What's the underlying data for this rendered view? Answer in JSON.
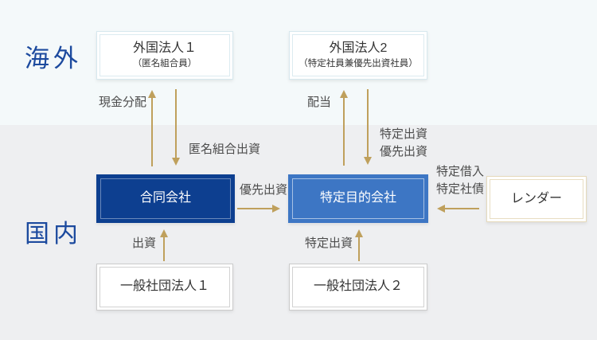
{
  "regions": {
    "overseas": "海外",
    "domestic": "国内"
  },
  "boxes": {
    "foreign1": {
      "title": "外国法人１",
      "subtitle": "（匿名組合員）"
    },
    "foreign2": {
      "title": "外国法人2",
      "subtitle": "（特定社員兼優先出資社員）"
    },
    "godo": {
      "title": "合同会社"
    },
    "tmk": {
      "title": "特定目的会社"
    },
    "lender": {
      "title": "レンダー"
    },
    "ippan1": {
      "title": "一般社団法人１"
    },
    "ippan2": {
      "title": "一般社団法人２"
    }
  },
  "flows": {
    "cash_distribution": "現金分配",
    "anonymous_partnership_investment": "匿名組合出資",
    "dividend": "配当",
    "specified_and_preferred_investment": "特定出資\n優先出資",
    "preferred_investment": "優先出資",
    "specified_loan_and_bond": "特定借入\n特定社債",
    "investment": "出資",
    "specified_investment": "特定出資"
  },
  "colors": {
    "overseas_background": "#f4f9fa",
    "domestic_background": "#eeeff1",
    "region_label": "#1c4a9e",
    "godo_box": "#0d3f90",
    "tmk_box": "#3d76c4",
    "arrow": "#bfa05c",
    "lender_border": "#e5d9bb",
    "foreign_box_border": "#d7e8ee",
    "ippan_box_border": "#cbcbcb",
    "flow_label_text": "#4c4c4c"
  }
}
